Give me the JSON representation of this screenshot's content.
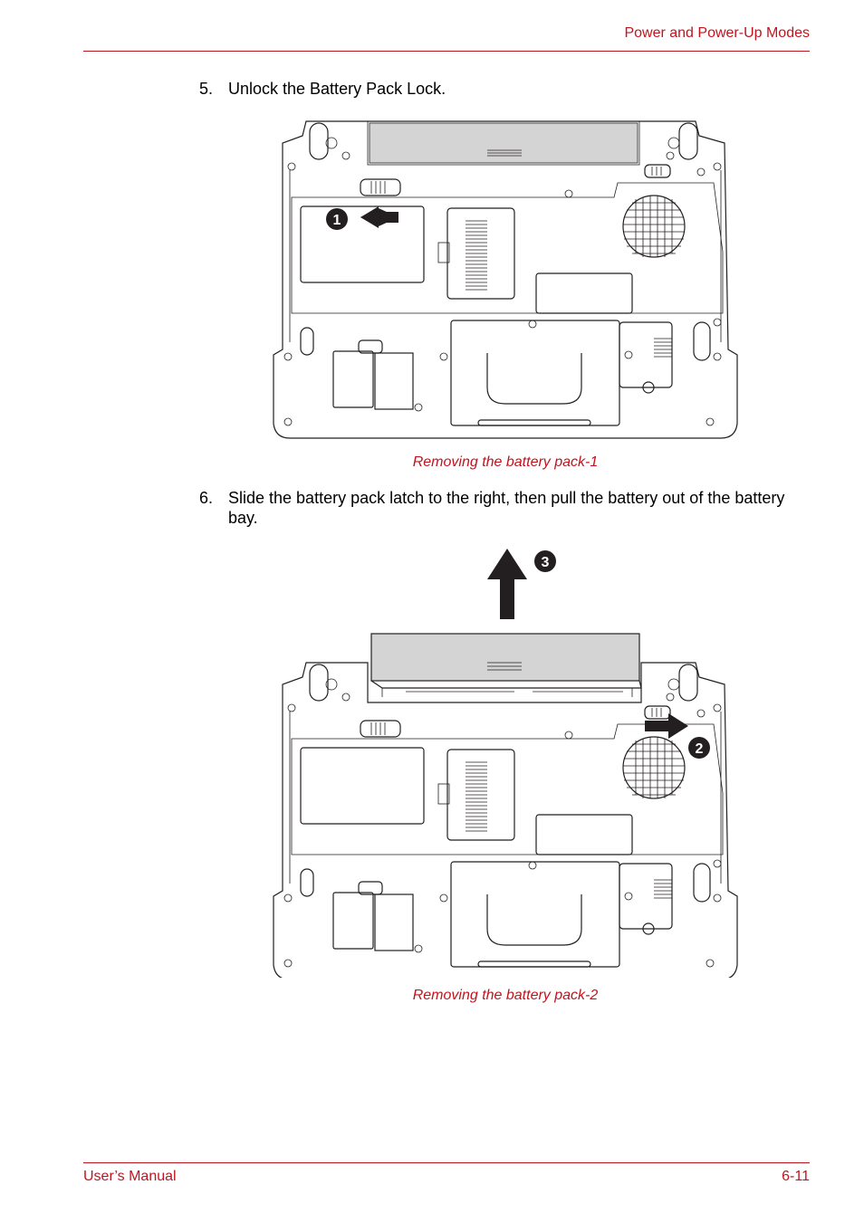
{
  "header": {
    "section_title": "Power and Power-Up Modes"
  },
  "steps": [
    {
      "number": "5.",
      "text": "Unlock the Battery Pack Lock."
    },
    {
      "number": "6.",
      "text": "Slide the battery pack latch to the right, then pull the battery out of the battery bay."
    }
  ],
  "figures": [
    {
      "caption": "Removing the battery pack-1",
      "callouts": [
        "1"
      ]
    },
    {
      "caption": "Removing the battery pack-2",
      "callouts": [
        "2",
        "3"
      ]
    }
  ],
  "footer": {
    "left": "User’s Manual",
    "right": "6-11"
  }
}
